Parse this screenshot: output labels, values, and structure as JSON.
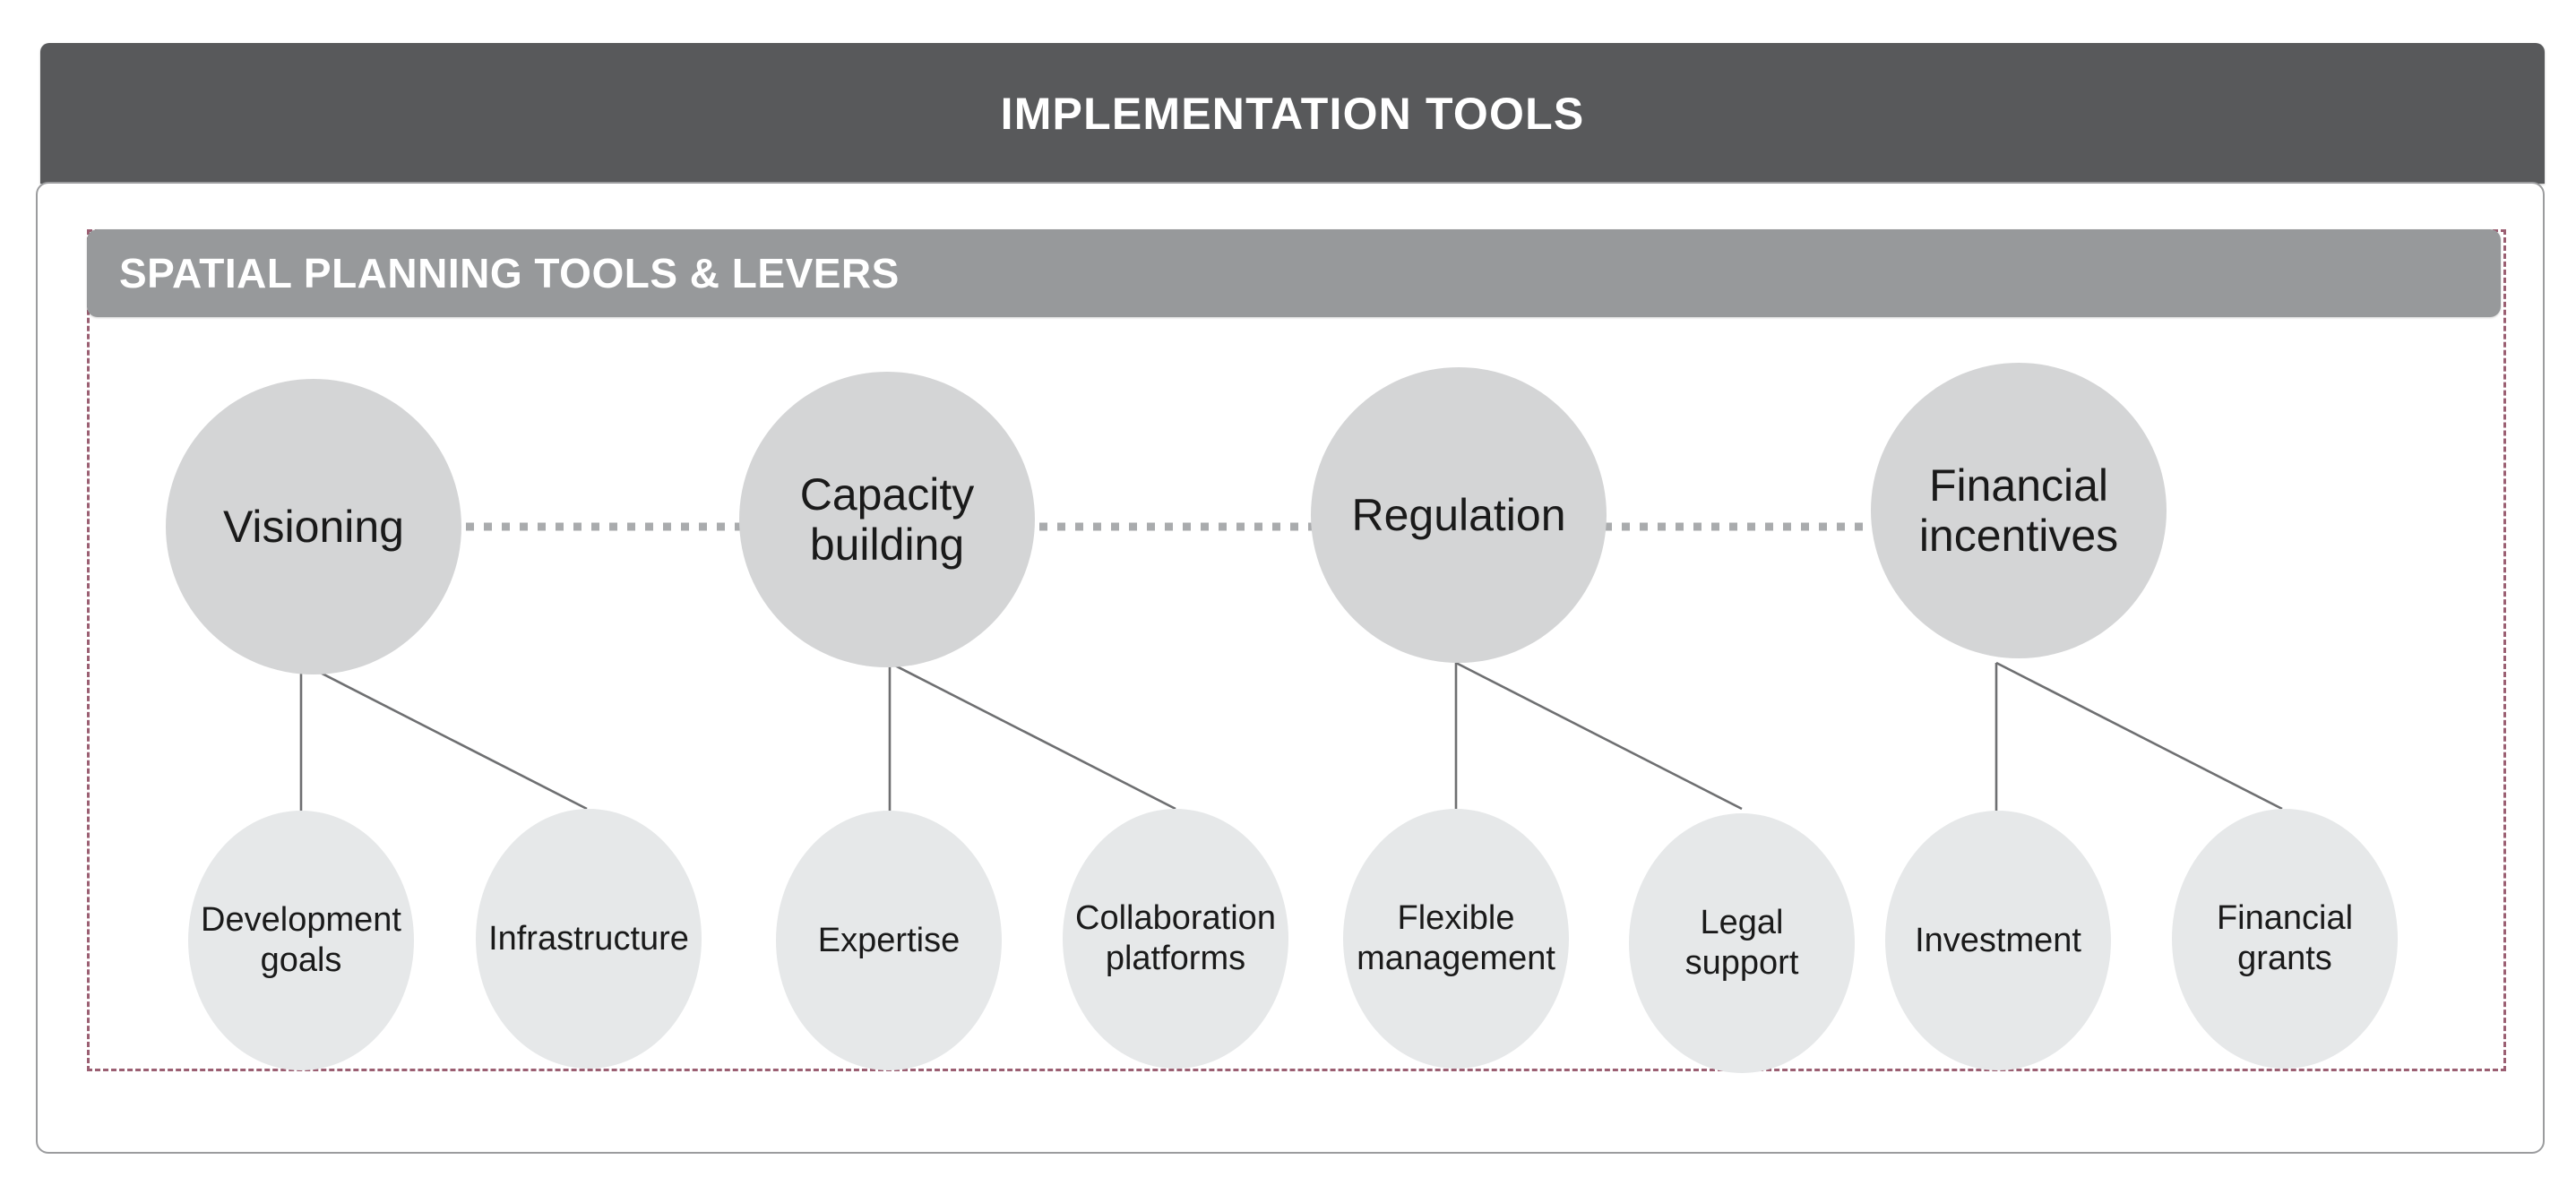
{
  "header": {
    "title": "IMPLEMENTATION TOOLS"
  },
  "section": {
    "title": "SPATIAL PLANNING TOOLS & LEVERS"
  },
  "colors": {
    "header_bar": "#58595b",
    "section_bar": "#97999b",
    "top_circle": "#d4d5d6",
    "leaf_circle": "#e6e8e9",
    "dashed_border": "#9b5f72",
    "card_border": "#9b9c9e",
    "dotted_connector": "#a9abad",
    "tree_connector": "#6e6f71",
    "text": "#1a1a1a",
    "header_text": "#ffffff"
  },
  "diagram": {
    "type": "hierarchy",
    "groups": [
      {
        "id": "visioning",
        "label": "Visioning",
        "children": [
          {
            "id": "development-goals",
            "label": "Development\ngoals"
          },
          {
            "id": "infrastructure",
            "label": "Infrastructure"
          }
        ]
      },
      {
        "id": "capacity-building",
        "label": "Capacity\nbuilding",
        "children": [
          {
            "id": "expertise",
            "label": "Expertise"
          },
          {
            "id": "collaboration-platforms",
            "label": "Collaboration\nplatforms"
          }
        ]
      },
      {
        "id": "regulation",
        "label": "Regulation",
        "children": [
          {
            "id": "flexible-management",
            "label": "Flexible\nmanagement"
          },
          {
            "id": "legal-support",
            "label": "Legal\nsupport"
          }
        ]
      },
      {
        "id": "financial-incentives",
        "label": "Financial\nincentives",
        "children": [
          {
            "id": "investment",
            "label": "Investment"
          },
          {
            "id": "financial-grants",
            "label": "Financial\ngrants"
          }
        ]
      }
    ]
  }
}
